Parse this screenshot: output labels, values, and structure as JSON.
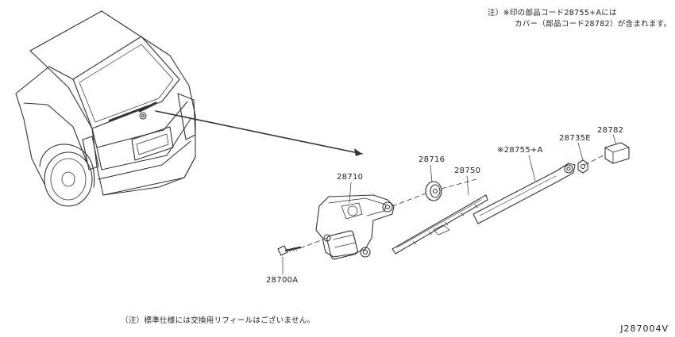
{
  "notes": {
    "top_line1": "注）※印の部品コード28755+Aには",
    "top_line2": "カバー（部品コード28782）が含まれます。",
    "bottom": "（注）標準仕様には交換用リフィールはございません。"
  },
  "parts": [
    {
      "id": "p28710",
      "code": "28710"
    },
    {
      "id": "p28716",
      "code": "28716"
    },
    {
      "id": "p28750",
      "code": "28750"
    },
    {
      "id": "p28755A",
      "code": "※28755+A"
    },
    {
      "id": "p28735E",
      "code": "28735E"
    },
    {
      "id": "p28782",
      "code": "28782"
    },
    {
      "id": "p28700A",
      "code": "28700A"
    }
  ],
  "figure_code": "J287004V"
}
